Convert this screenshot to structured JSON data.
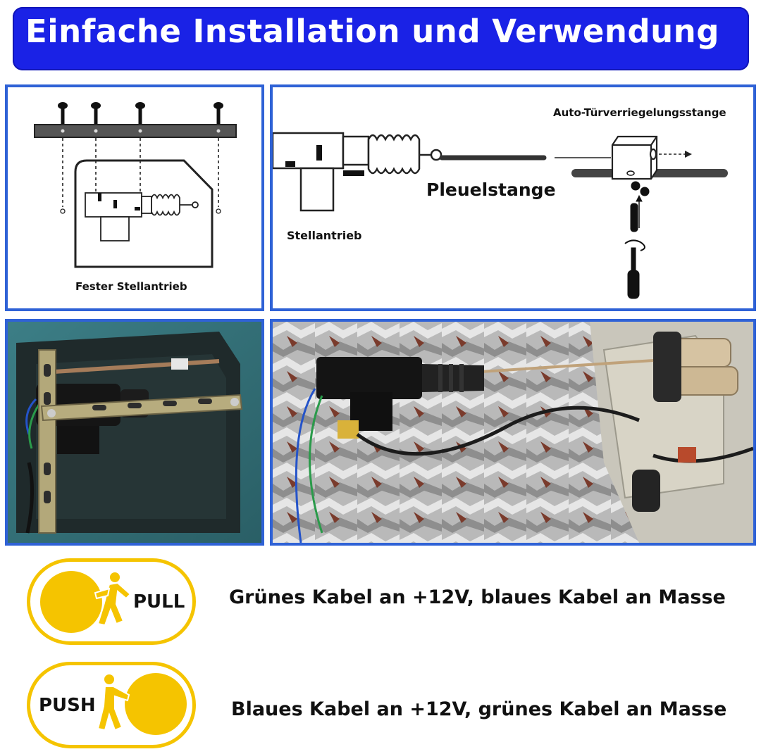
{
  "header": {
    "title": "Einfache Installation und Verwendung"
  },
  "panels": {
    "fixed_actuator": {
      "label": "Fester Stellantrieb"
    },
    "connection": {
      "door_rod_label": "Auto-Türverriegelungsstange",
      "rod_label": "Pleuelstange",
      "actuator_label": "Stellantrieb"
    }
  },
  "modes": {
    "pull": {
      "word": "PULL",
      "instruction": "Grünes Kabel an +12V, blaues Kabel an Masse"
    },
    "push": {
      "word": "PUSH",
      "instruction": "Blaues Kabel an +12V, grünes Kabel an Masse"
    }
  },
  "colors": {
    "header_bg": "#1a22e6",
    "panel_border": "#2f62d6",
    "accent_yellow": "#f5c400",
    "wire_green": "#2a9a4a",
    "wire_blue": "#2453c9"
  }
}
